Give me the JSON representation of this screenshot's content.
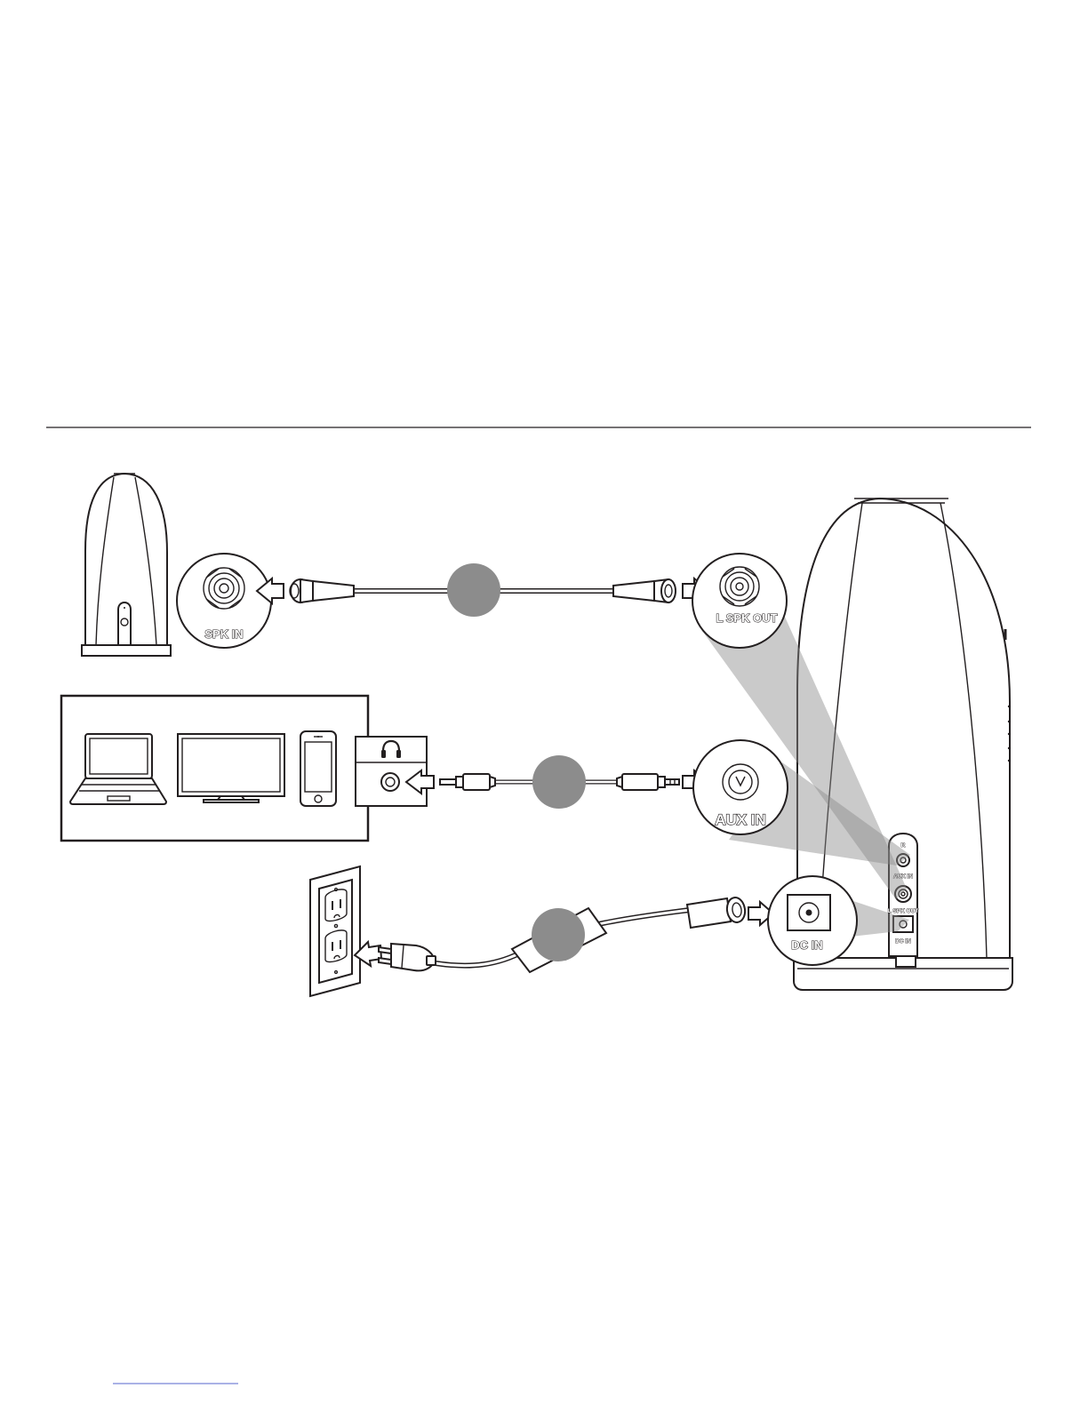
{
  "labels": {
    "spk_in": "SPK IN",
    "l_spk_out": "L SPK OUT",
    "aux_in": "AUX IN",
    "dc_in": "DC IN",
    "panel_r": "R",
    "panel_aux_in": "AUX IN",
    "panel_l_spk_out": "L SPK OUT",
    "panel_dc_in": "DC IN"
  },
  "colors": {
    "line": "#231f20",
    "step_marker": "#8c8c8c",
    "beam": "#8a8a8a"
  },
  "icons": [
    "laptop-icon",
    "tv-icon",
    "smartphone-icon",
    "headphones-icon",
    "wall-outlet-icon",
    "power-plug-icon"
  ]
}
